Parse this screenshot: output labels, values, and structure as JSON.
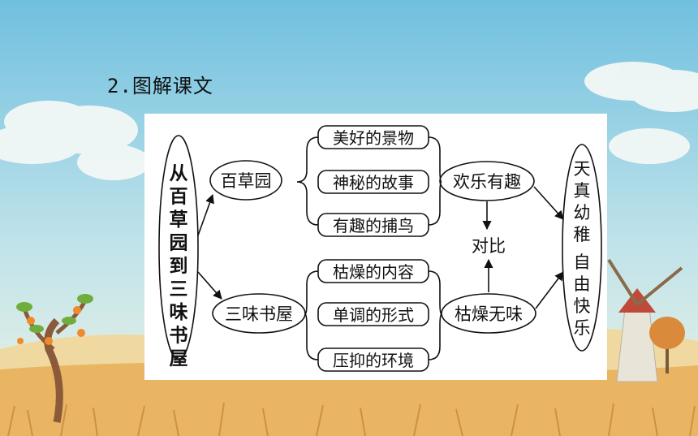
{
  "heading": "2.图解课文",
  "diagram": {
    "title_vertical": "从百草园到三味书屋",
    "place_top": "百草园",
    "place_bottom": "三味书屋",
    "top_items": [
      "美好的景物",
      "神秘的故事",
      "有趣的捕鸟"
    ],
    "bottom_items": [
      "枯燥的内容",
      "单调的形式",
      "压抑的环境"
    ],
    "summary_top": "欢乐有趣",
    "summary_bottom": "枯燥无味",
    "contrast_label": "对比",
    "result_line1": "天真幼稚",
    "result_line2": "自由快乐"
  },
  "colors": {
    "sky_top": "#79c4e0",
    "sky_bottom": "#e9f3e6",
    "field": "#e7b25c",
    "panel_bg": "#ffffff",
    "ink": "#111111"
  }
}
